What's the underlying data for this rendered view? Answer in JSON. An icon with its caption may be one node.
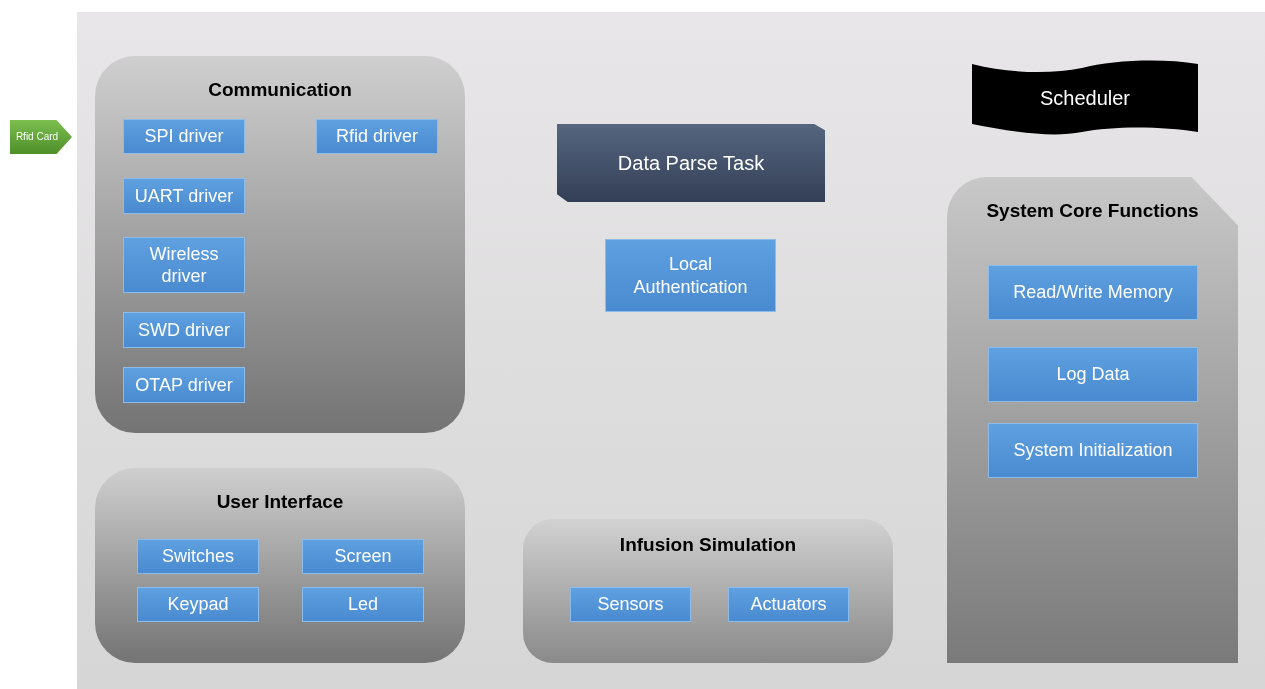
{
  "diagram": {
    "nodes": [
      {
        "text": [
          "Rfid Card"
        ]
      },
      {
        "text": [
          "Communication"
        ]
      },
      {
        "text": [
          "SPI driver"
        ],
        "in": 1
      },
      {
        "text": [
          "Rfid driver"
        ],
        "in": 1
      },
      {
        "text": [
          "UART driver"
        ],
        "in": 1
      },
      {
        "text": [
          "Wireless driver"
        ],
        "in": 1
      },
      {
        "text": [
          "SWD driver"
        ],
        "in": 1
      },
      {
        "text": [
          "OTAP driver"
        ],
        "in": 1
      },
      {
        "text": [
          "Data Parse Task"
        ]
      },
      {
        "text": [
          "Local Authentication"
        ]
      },
      {
        "text": [
          "Scheduler"
        ]
      },
      {
        "text": [
          "System Core Functions"
        ]
      },
      {
        "text": [
          "Read/Write Memory"
        ],
        "in": 11
      },
      {
        "text": [
          "Log Data"
        ],
        "in": 11
      },
      {
        "text": [
          "System Initialization"
        ],
        "in": 11
      },
      {
        "text": [
          "User Interface"
        ]
      },
      {
        "text": [
          "Switches"
        ],
        "in": 15
      },
      {
        "text": [
          "Screen"
        ],
        "in": 15
      },
      {
        "text": [
          "Keypad"
        ],
        "in": 15
      },
      {
        "text": [
          "Led"
        ],
        "in": 15
      },
      {
        "text": [
          "Infusion Simulation"
        ]
      },
      {
        "text": [
          "Sensors"
        ],
        "in": 20
      },
      {
        "text": [
          "Actuators"
        ],
        "in": 20
      }
    ]
  }
}
